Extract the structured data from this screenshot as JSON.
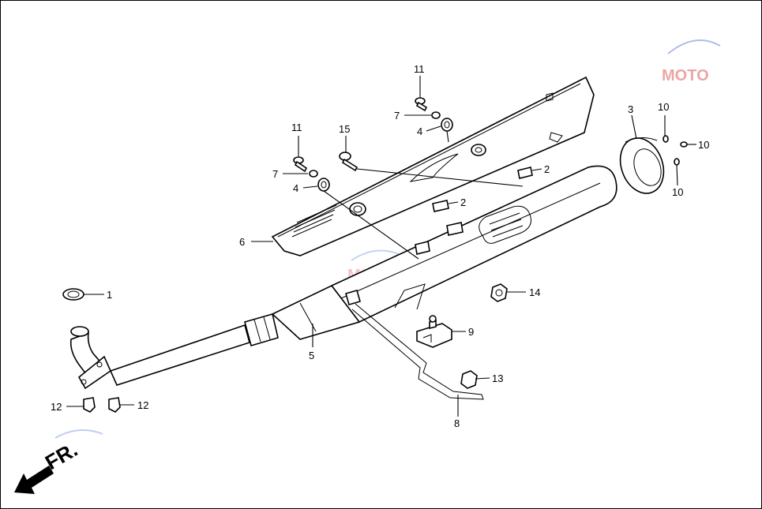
{
  "callouts": {
    "c1": "1",
    "c2a": "2",
    "c2b": "2",
    "c3": "3",
    "c4a": "4",
    "c4b": "4",
    "c5": "5",
    "c6": "6",
    "c7a": "7",
    "c7b": "7",
    "c8": "8",
    "c9": "9",
    "c10a": "10",
    "c10b": "10",
    "c10c": "10",
    "c11a": "11",
    "c11b": "11",
    "c12a": "12",
    "c12b": "12",
    "c13": "13",
    "c14": "14",
    "c15": "15"
  },
  "direction_marker": {
    "text": "FR.",
    "icon": "front-direction-arrow-icon"
  },
  "watermark": {
    "text": "MOTO",
    "icon": "moto-watermark-logo"
  },
  "colors": {
    "line": "#000000",
    "background": "#ffffff",
    "watermark": "#d63a3a"
  }
}
